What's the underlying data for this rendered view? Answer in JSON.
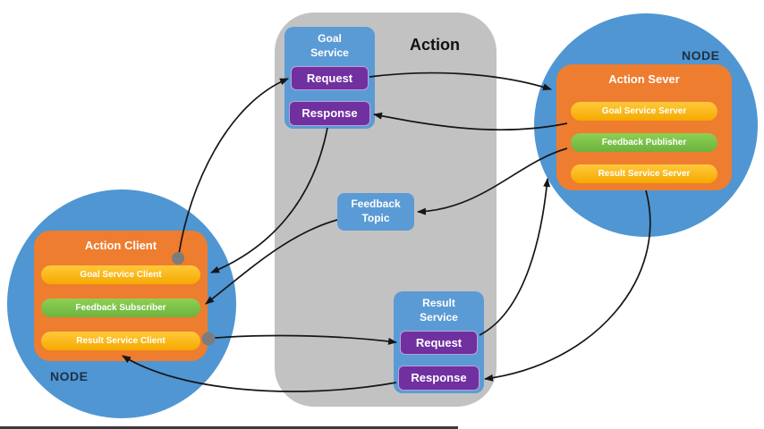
{
  "action_group": {
    "title": "Action",
    "goal_service": {
      "title": "Goal Service",
      "request": "Request",
      "response": "Response"
    },
    "feedback_topic": {
      "title": "Feedback Topic"
    },
    "result_service": {
      "title": "Result Service",
      "request": "Request",
      "response": "Response"
    }
  },
  "client_node": {
    "label": "NODE",
    "title": "Action Client",
    "items": [
      {
        "label": "Goal Service Client",
        "kind": "service"
      },
      {
        "label": "Feedback Subscriber",
        "kind": "topic"
      },
      {
        "label": "Result Service Client",
        "kind": "service"
      }
    ]
  },
  "server_node": {
    "label": "NODE",
    "title": "Action Sever",
    "items": [
      {
        "label": "Goal Service Server",
        "kind": "service"
      },
      {
        "label": "Feedback Publisher",
        "kind": "topic"
      },
      {
        "label": "Result Service Server",
        "kind": "service"
      }
    ]
  },
  "connections": [
    {
      "from": "action-client",
      "to": "goal-request"
    },
    {
      "from": "goal-request",
      "to": "action-server"
    },
    {
      "from": "goal-service-server",
      "to": "goal-response"
    },
    {
      "from": "goal-response",
      "to": "goal-service-client"
    },
    {
      "from": "feedback-publisher",
      "to": "feedback-topic"
    },
    {
      "from": "feedback-topic",
      "to": "feedback-subscriber"
    },
    {
      "from": "result-service-client",
      "to": "result-request"
    },
    {
      "from": "result-request",
      "to": "result-service-server"
    },
    {
      "from": "result-service-server",
      "to": "result-response"
    },
    {
      "from": "result-response",
      "to": "result-service-client"
    }
  ],
  "colors": {
    "node_circle": "#4f96d3",
    "action_group_bg": "#c2c2c2",
    "service_box": "#5b9bd5",
    "request_button": "#7030a0",
    "orange_box": "#ee7d2f",
    "service_pill": "#f9b521",
    "topic_pill": "#7cc245",
    "arrow": "#161616"
  }
}
